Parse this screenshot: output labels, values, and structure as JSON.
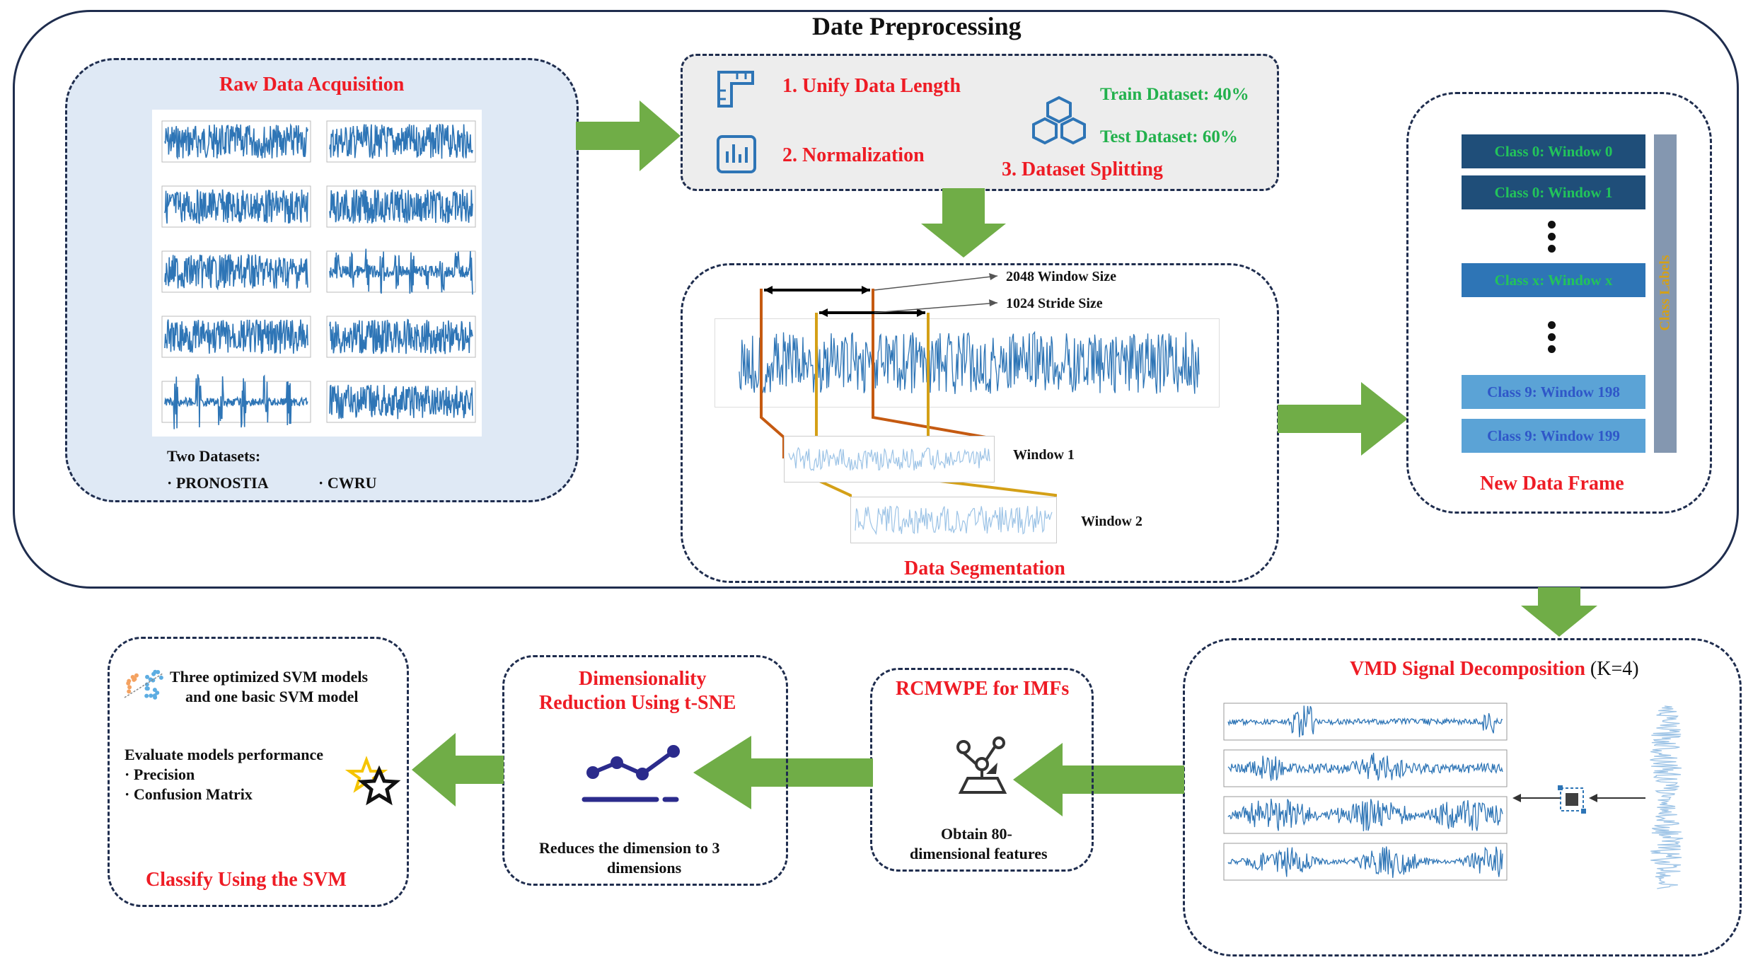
{
  "main_title": "Date Preprocessing",
  "raw": {
    "title": "Raw Data Acquisition",
    "datasets_title": "Two Datasets:",
    "dataset_1": "· PRONOSTIA",
    "dataset_2": "· CWRU"
  },
  "prep": {
    "step1": "1. Unify Data Length",
    "step2": "2. Normalization",
    "step3": "3. Dataset Splitting",
    "train": "Train Dataset: 40%",
    "test": "Test Dataset: 60%"
  },
  "seg": {
    "title": "Data Segmentation",
    "window_size": "2048 Window Size",
    "stride_size": "1024 Stride Size",
    "window1": "Window 1",
    "window2": "Window 2"
  },
  "frame": {
    "title": "New Data Frame",
    "side_label": "Class Labels",
    "rows": [
      "Class 0: Window 0",
      "Class 0: Window 1",
      "Class x: Window x",
      "Class 9: Window 198",
      "Class 9: Window 199"
    ]
  },
  "vmd": {
    "title": "VMD Signal Decomposition",
    "param": " (K=4)"
  },
  "rcm": {
    "title": "RCMWPE for IMFs",
    "desc_1": "Obtain 80-",
    "desc_2": "dimensional features"
  },
  "dim": {
    "title_1": "Dimensionality",
    "title_2": "Reduction Using t-SNE",
    "desc_1": "Reduces the dimension to 3",
    "desc_2": "dimensions"
  },
  "svm": {
    "models_1": "Three optimized SVM models",
    "models_2": "and one basic SVM model",
    "eval": "Evaluate models performance",
    "metric_1": "· Precision",
    "metric_2": "· Confusion Matrix",
    "title": "Classify Using the SVM"
  },
  "colors": {
    "arrow": "#70ad47",
    "title_red": "#ee1c25",
    "green_text": "#22b14c",
    "signal_blue": "#2e75b6",
    "frame_dark": "#1f4e79",
    "frame_mid": "#2e75b6",
    "frame_light": "#5ba3d6",
    "class_label_bar": "#8497b0",
    "class_label_text": "#d4a017"
  },
  "icons": [
    "ruler-icon",
    "bar-chart-icon",
    "cubes-icon",
    "line-chart-icon",
    "network-icon",
    "scatter-icon",
    "star-icon",
    "gear-square-icon"
  ]
}
